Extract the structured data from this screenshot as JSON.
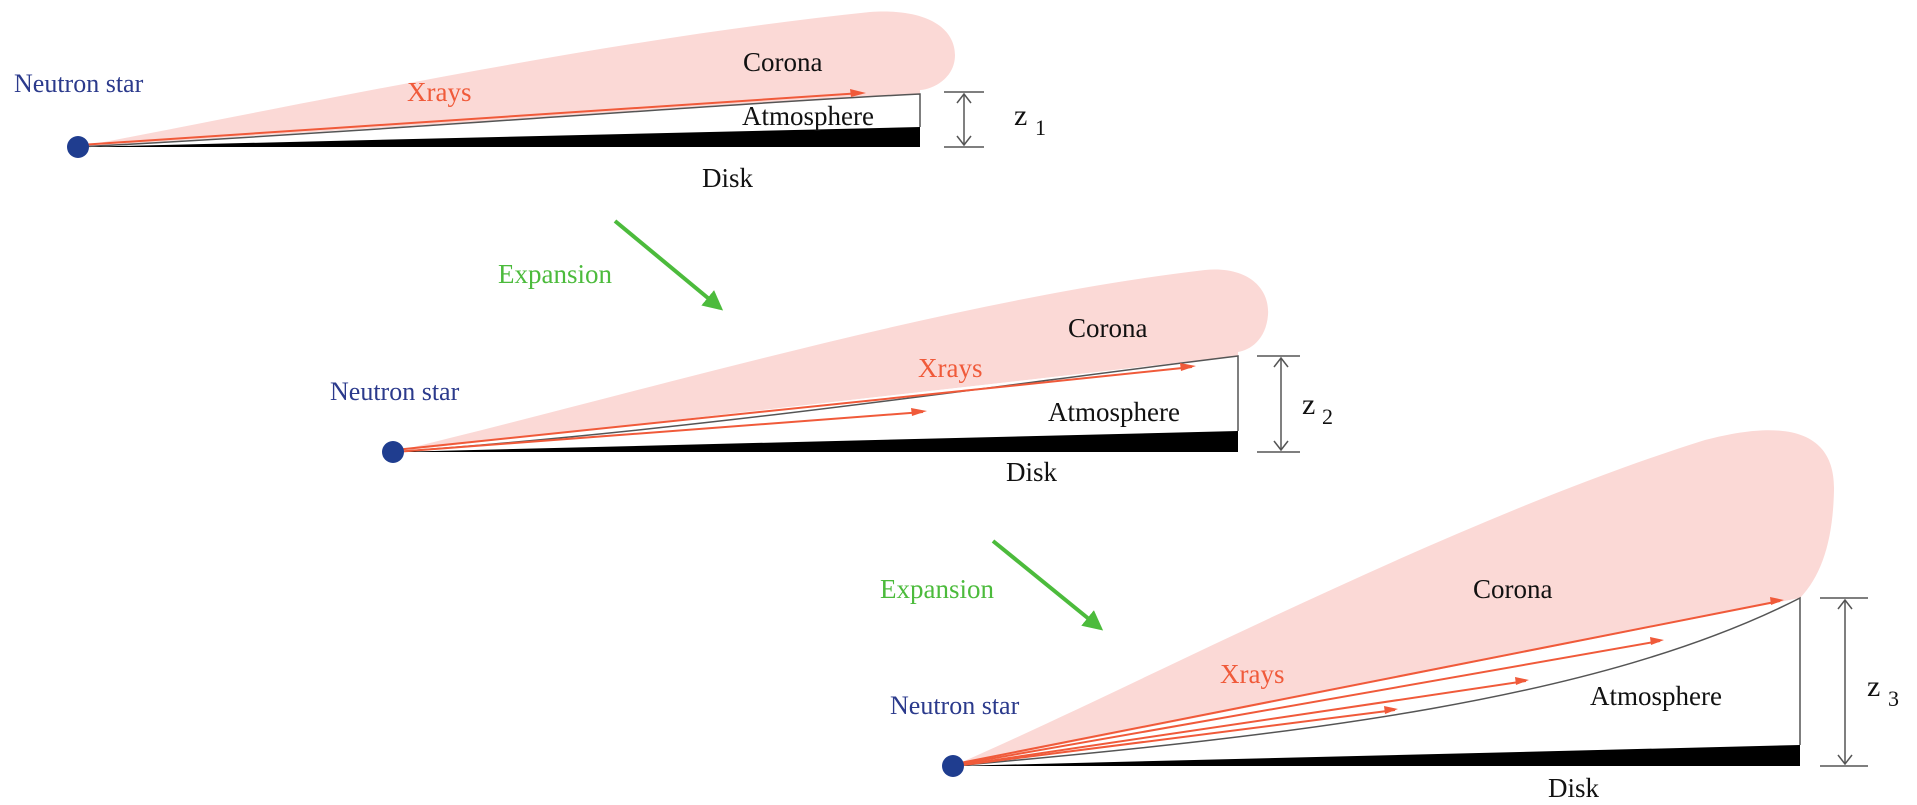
{
  "colors": {
    "corona": "#fbd9d6",
    "xrays": "#f05a3a",
    "expansion": "#4cbb3c",
    "neutron_star": "#1f3d8f",
    "disk": "#000000"
  },
  "stages": [
    {
      "neutron_star_label": "Neutron star",
      "xrays_label": "Xrays",
      "corona_label": "Corona",
      "atmosphere_label": "Atmosphere",
      "disk_label": "Disk",
      "height_label": "z",
      "height_subscript": "1"
    },
    {
      "neutron_star_label": "Neutron star",
      "xrays_label": "Xrays",
      "corona_label": "Corona",
      "atmosphere_label": "Atmosphere",
      "disk_label": "Disk",
      "height_label": "z",
      "height_subscript": "2"
    },
    {
      "neutron_star_label": "Neutron star",
      "xrays_label": "Xrays",
      "corona_label": "Corona",
      "atmosphere_label": "Atmosphere",
      "disk_label": "Disk",
      "height_label": "z",
      "height_subscript": "3"
    }
  ],
  "transitions": [
    {
      "label": "Expansion"
    },
    {
      "label": "Expansion"
    }
  ]
}
